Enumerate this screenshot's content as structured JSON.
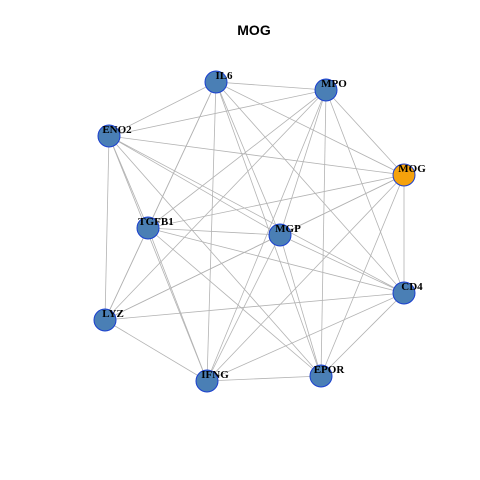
{
  "title": "MOG",
  "colors": {
    "default_node": "#4a7fb5",
    "highlight_node": "#f5a20c",
    "node_border": "#1a3fcf",
    "edge": "#b3b3b3"
  },
  "nodes": [
    {
      "id": "IL6",
      "label": "IL6",
      "highlight": false
    },
    {
      "id": "MPO",
      "label": "MPO",
      "highlight": false
    },
    {
      "id": "ENO2",
      "label": "ENO2",
      "highlight": false
    },
    {
      "id": "MOG",
      "label": "MOG",
      "highlight": true
    },
    {
      "id": "TGFB1",
      "label": "TGFB1",
      "highlight": false
    },
    {
      "id": "MGP",
      "label": "MGP",
      "highlight": false
    },
    {
      "id": "CD4",
      "label": "CD4",
      "highlight": false
    },
    {
      "id": "LYZ",
      "label": "LYZ",
      "highlight": false
    },
    {
      "id": "IFNG",
      "label": "IFNG",
      "highlight": false
    },
    {
      "id": "EPOR",
      "label": "EPOR",
      "highlight": false
    }
  ],
  "edges": [
    [
      "IL6",
      "MPO"
    ],
    [
      "IL6",
      "ENO2"
    ],
    [
      "IL6",
      "MOG"
    ],
    [
      "IL6",
      "TGFB1"
    ],
    [
      "IL6",
      "MGP"
    ],
    [
      "IL6",
      "CD4"
    ],
    [
      "IL6",
      "LYZ"
    ],
    [
      "IL6",
      "IFNG"
    ],
    [
      "IL6",
      "EPOR"
    ],
    [
      "MPO",
      "ENO2"
    ],
    [
      "MPO",
      "MOG"
    ],
    [
      "MPO",
      "TGFB1"
    ],
    [
      "MPO",
      "MGP"
    ],
    [
      "MPO",
      "CD4"
    ],
    [
      "MPO",
      "LYZ"
    ],
    [
      "MPO",
      "IFNG"
    ],
    [
      "MPO",
      "EPOR"
    ],
    [
      "ENO2",
      "MOG"
    ],
    [
      "ENO2",
      "TGFB1"
    ],
    [
      "ENO2",
      "MGP"
    ],
    [
      "ENO2",
      "CD4"
    ],
    [
      "ENO2",
      "LYZ"
    ],
    [
      "ENO2",
      "IFNG"
    ],
    [
      "ENO2",
      "EPOR"
    ],
    [
      "MOG",
      "TGFB1"
    ],
    [
      "MOG",
      "MGP"
    ],
    [
      "MOG",
      "CD4"
    ],
    [
      "MOG",
      "IFNG"
    ],
    [
      "MOG",
      "EPOR"
    ],
    [
      "MOG",
      "LYZ"
    ],
    [
      "TGFB1",
      "MGP"
    ],
    [
      "TGFB1",
      "CD4"
    ],
    [
      "TGFB1",
      "LYZ"
    ],
    [
      "TGFB1",
      "IFNG"
    ],
    [
      "TGFB1",
      "EPOR"
    ],
    [
      "MGP",
      "CD4"
    ],
    [
      "MGP",
      "LYZ"
    ],
    [
      "MGP",
      "IFNG"
    ],
    [
      "MGP",
      "EPOR"
    ],
    [
      "CD4",
      "LYZ"
    ],
    [
      "CD4",
      "IFNG"
    ],
    [
      "CD4",
      "EPOR"
    ],
    [
      "LYZ",
      "IFNG"
    ],
    [
      "IFNG",
      "EPOR"
    ]
  ]
}
